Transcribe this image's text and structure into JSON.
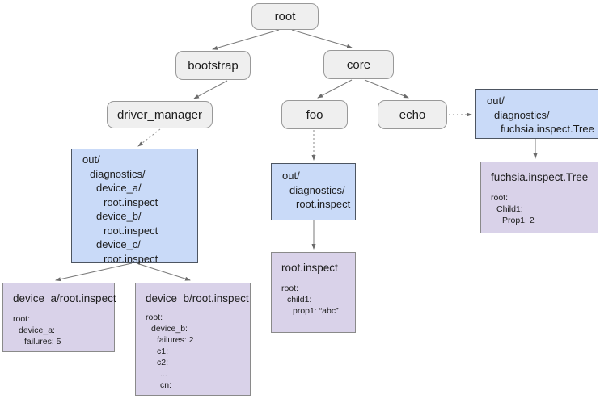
{
  "diagram": {
    "nodes": {
      "root": "root",
      "bootstrap": "bootstrap",
      "core": "core",
      "driver_manager": "driver_manager",
      "foo": "foo",
      "echo": "echo"
    },
    "boxes": {
      "driver_out": {
        "lines": [
          "out/",
          "diagnostics/",
          "device_a/",
          "root.inspect",
          "device_b/",
          "root.inspect",
          "device_c/",
          "root.inspect"
        ]
      },
      "foo_out": {
        "lines": [
          "out/",
          "diagnostics/",
          "root.inspect"
        ]
      },
      "echo_out": {
        "lines": [
          "out/",
          "diagnostics/",
          "fuchsia.inspect.Tree"
        ]
      },
      "echo_tree": {
        "title": "fuchsia.inspect.Tree",
        "lines": [
          "root:",
          "Child1:",
          "Prop1: 2"
        ]
      },
      "foo_inspect": {
        "title": "root.inspect",
        "lines": [
          "root:",
          "child1:",
          "prop1: “abc”"
        ]
      },
      "device_a": {
        "title": "device_a/root.inspect",
        "lines": [
          "root:",
          "device_a:",
          "failures: 5"
        ]
      },
      "device_b": {
        "title": "device_b/root.inspect",
        "lines": [
          "root:",
          "device_b:",
          "failures: 2",
          "c1:",
          "c2:",
          "...",
          "cn:"
        ]
      }
    },
    "edges": [
      {
        "from": "root",
        "to": "bootstrap",
        "style": "solid"
      },
      {
        "from": "root",
        "to": "core",
        "style": "solid"
      },
      {
        "from": "bootstrap",
        "to": "driver_manager",
        "style": "solid"
      },
      {
        "from": "core",
        "to": "foo",
        "style": "solid"
      },
      {
        "from": "core",
        "to": "echo",
        "style": "solid"
      },
      {
        "from": "driver_manager",
        "to": "driver_out",
        "style": "dotted"
      },
      {
        "from": "foo",
        "to": "foo_out",
        "style": "dotted"
      },
      {
        "from": "echo",
        "to": "echo_out",
        "style": "dotted"
      },
      {
        "from": "echo_out",
        "to": "echo_tree",
        "style": "solid"
      },
      {
        "from": "foo_out",
        "to": "foo_inspect",
        "style": "solid"
      },
      {
        "from": "driver_out",
        "to": "device_a",
        "style": "solid"
      },
      {
        "from": "driver_out",
        "to": "device_b",
        "style": "solid"
      }
    ],
    "colors": {
      "node_fill": "#efefef",
      "node_border": "#999999",
      "blue_fill": "#c9daf8",
      "blue_border": "#4d5561",
      "purple_fill": "#d9d2e9",
      "purple_border": "#8a8a8a",
      "arrow": "#7a7a7a",
      "text": "#1c1c1c"
    }
  }
}
